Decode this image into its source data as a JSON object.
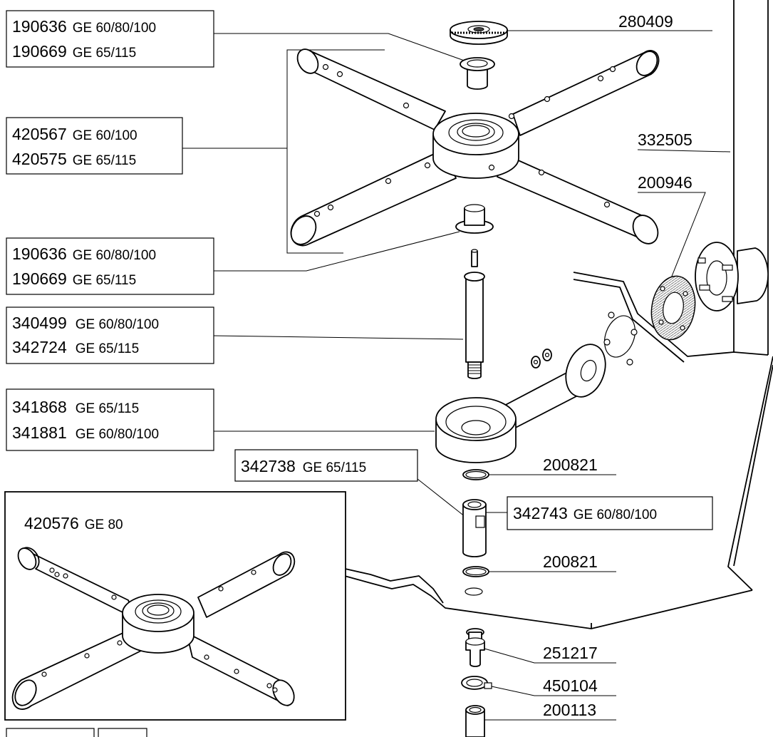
{
  "callouts": {
    "c1": {
      "code1": "190636",
      "model1": "GE 60/80/100",
      "code2": "190669",
      "model2": "GE 65/115"
    },
    "c2": {
      "code1": "420567",
      "model1": "GE 60/100",
      "code2": "420575",
      "model2": "GE 65/115"
    },
    "c3": {
      "code1": "190636",
      "model1": "GE 60/80/100",
      "code2": "190669",
      "model2": "GE 65/115"
    },
    "c4": {
      "code1": "340499",
      "model1": "GE 60/80/100",
      "code2": "342724",
      "model2": "GE 65/115"
    },
    "c5": {
      "code1": "341868",
      "model1": "GE 65/115",
      "code2": "341881",
      "model2": "GE 60/80/100"
    },
    "c6": {
      "code": "342738",
      "model": "GE 65/115"
    },
    "c7": {
      "code": "342743",
      "model": "GE 60/80/100"
    },
    "inset": {
      "code": "420576",
      "model": "GE 80"
    }
  },
  "parts": {
    "p280409": "280409",
    "p332505": "332505",
    "p200946": "200946",
    "p200821_top": "200821",
    "p200821_bottom": "200821",
    "p251217": "251217",
    "p450104": "450104",
    "p200113": "200113"
  }
}
